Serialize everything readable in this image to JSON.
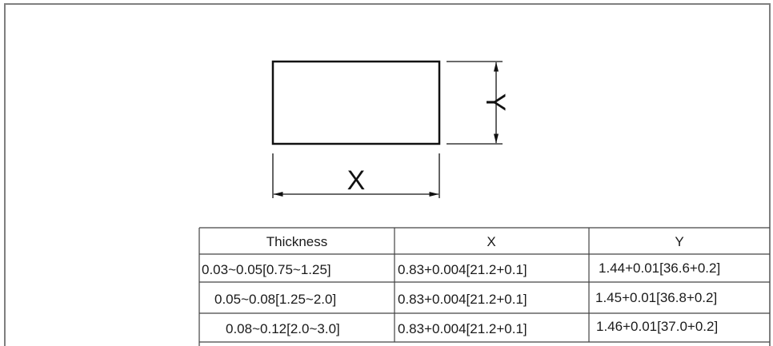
{
  "diagram": {
    "x_label": "X",
    "y_label": "Y"
  },
  "table": {
    "headers": [
      "Thickness",
      "X",
      "Y"
    ],
    "rows": [
      [
        "0.03~0.05[0.75~1.25]",
        "0.83+0.004[21.2+0.1]",
        "1.44+0.01[36.6+0.2]"
      ],
      [
        "0.05~0.08[1.25~2.0]",
        "0.83+0.004[21.2+0.1]",
        "1.45+0.01[36.8+0.2]"
      ],
      [
        "0.08~0.12[2.0~3.0]",
        "0.83+0.004[21.2+0.1]",
        "1.46+0.01[37.0+0.2]"
      ]
    ]
  },
  "colors": {
    "frame": "#7f7f7f",
    "lines": "#111111",
    "table_border": "#444444"
  }
}
